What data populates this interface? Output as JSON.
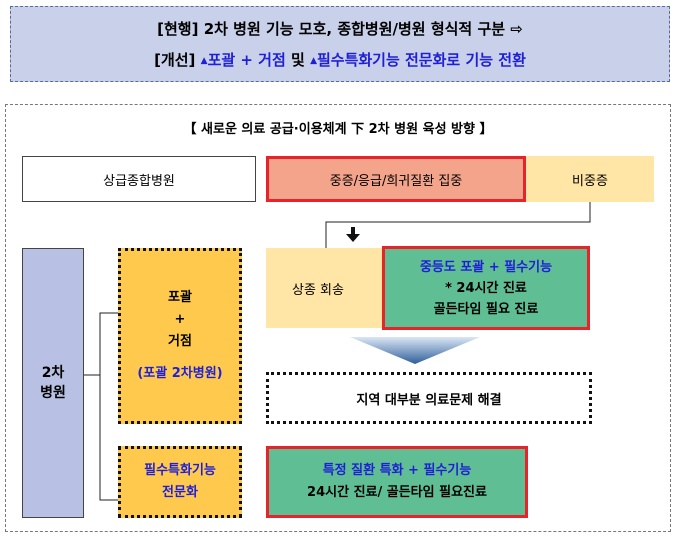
{
  "banner": {
    "line1": "[현행] 2차 병원 기능 모호, 종합병원/병원 형식적 구분 ⇨",
    "line2_prefix": "[개선]",
    "line2_item1": "포괄 + 거점",
    "line2_join": "및",
    "line2_item2": "필수특화기능 전문화로",
    "line2_suffix": "기능 전환",
    "triangle": "▲"
  },
  "panel": {
    "title": "【 새로운 의료 공급·이용체계 下 2차 병원 육성 방향 】"
  },
  "boxes": {
    "tertiary": "상급종합병원",
    "concentration": "중증/응급/희귀질환 집중",
    "nonsevere": "비중증",
    "hospital2_line1": "2차",
    "hospital2_line2": "병원",
    "comprehensive_line1": "포괄",
    "comprehensive_line2": "+",
    "comprehensive_line3": "거점",
    "comprehensive_line4": "(포괄 2차병원)",
    "specialized_line1": "필수특화기능",
    "specialized_line2": "전문화",
    "referral": "상종 회송",
    "moderate_line1": "중등도 포괄 + 필수기능",
    "moderate_line2": "* 24시간 진료",
    "moderate_line3": "골든타임 필요 진료",
    "regional": "지역 대부분 의료문제 해결",
    "specific_line1": "특정 질환 특화 + 필수기능",
    "specific_line2": "24시간 진료/ 골든타임 필요진료"
  },
  "colors": {
    "banner_bg": "#c9d1ea",
    "red_border": "#e8232a",
    "salmon": "#f4a48b",
    "light_yellow": "#ffe6a7",
    "gold": "#ffc94d",
    "green": "#5fbe94",
    "lavender": "#b8c1e3",
    "blue_text": "#1f1fd6",
    "arrow_blue": "#2f5f9a"
  },
  "icons": {
    "down_arrow": "down-arrow-icon",
    "chevron": "blue-chevron-down-icon",
    "triangle": "triangle-up-icon"
  }
}
